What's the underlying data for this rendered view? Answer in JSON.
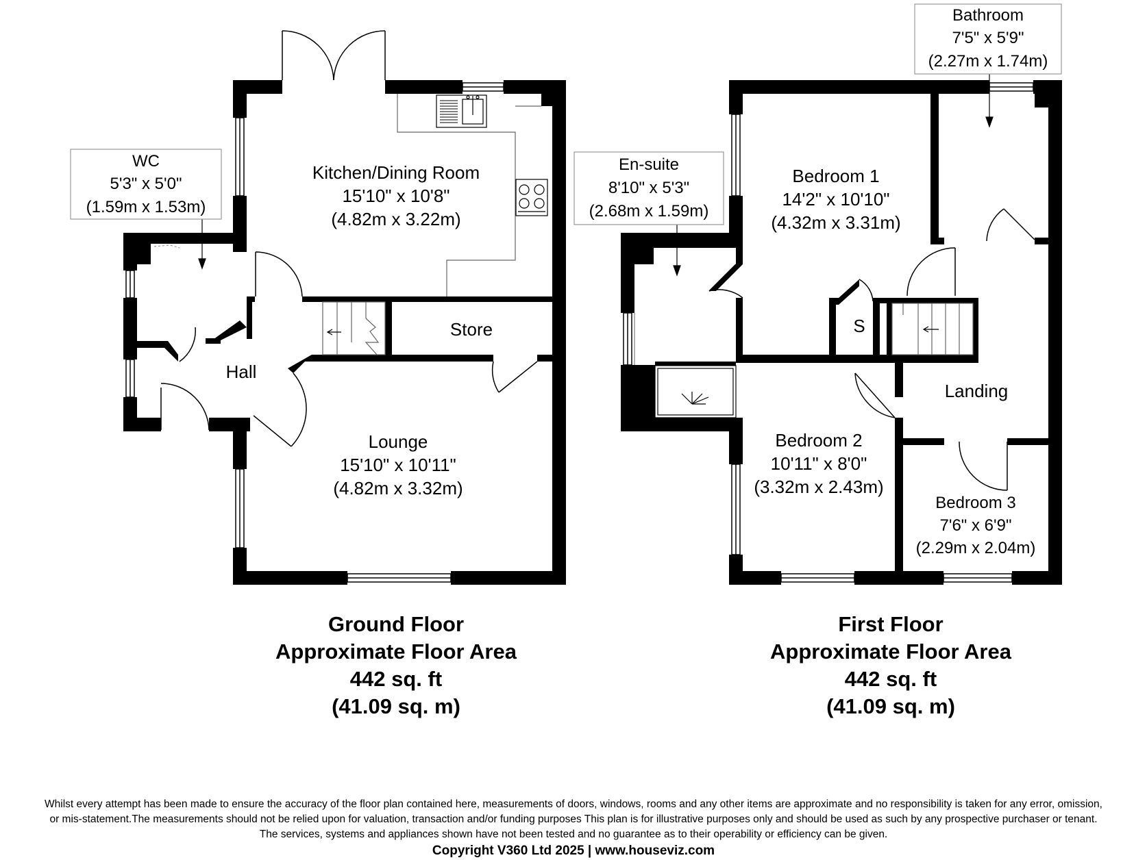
{
  "ground_floor": {
    "rooms": {
      "wc": {
        "name": "WC",
        "imperial": "5'3\" x 5'0\"",
        "metric": "(1.59m x 1.53m)"
      },
      "kitchen": {
        "name": "Kitchen/Dining Room",
        "imperial": "15'10\" x 10'8\"",
        "metric": "(4.82m x 3.22m)"
      },
      "hall": {
        "name": "Hall"
      },
      "store": {
        "name": "Store"
      },
      "lounge": {
        "name": "Lounge",
        "imperial": "15'10\" x 10'11\"",
        "metric": "(4.82m x 3.32m)"
      }
    },
    "summary": {
      "title": "Ground Floor",
      "subtitle": "Approximate Floor Area",
      "area_sqft": "442 sq. ft",
      "area_sqm": "(41.09 sq. m)"
    }
  },
  "first_floor": {
    "rooms": {
      "bathroom": {
        "name": "Bathroom",
        "imperial": "7'5\" x 5'9\"",
        "metric": "(2.27m x 1.74m)"
      },
      "ensuite": {
        "name": "En-suite",
        "imperial": "8'10\" x 5'3\"",
        "metric": "(2.68m x 1.59m)"
      },
      "bedroom1": {
        "name": "Bedroom 1",
        "imperial": "14'2\" x 10'10\"",
        "metric": "(4.32m x 3.31m)"
      },
      "s": {
        "name": "S"
      },
      "landing": {
        "name": "Landing"
      },
      "bedroom2": {
        "name": "Bedroom 2",
        "imperial": "10'11\" x 8'0\"",
        "metric": "(3.32m x 2.43m)"
      },
      "bedroom3": {
        "name": "Bedroom 3",
        "imperial": "7'6\" x 6'9\"",
        "metric": "(2.29m x 2.04m)"
      }
    },
    "summary": {
      "title": "First Floor",
      "subtitle": "Approximate Floor Area",
      "area_sqft": "442 sq. ft",
      "area_sqm": "(41.09 sq. m)"
    }
  },
  "disclaimer": {
    "line1": "Whilst every attempt has been made to ensure the accuracy of the floor plan contained here, measurements of doors, windows, rooms and any other items are approximate and no responsibility is taken for any error, omission,",
    "line2": "or mis-statement.The measurements should not be relied upon for valuation, transaction and/or funding purposes This plan is for illustrative purposes only and should be used as such by any prospective purchaser or tenant.",
    "line3": "The services, systems and appliances shown have not been tested and no guarantee as to their operability or efficiency can be given."
  },
  "copyright": "Copyright V360 Ltd 2025 | www.houseviz.com",
  "colors": {
    "wall": "#000000",
    "line": "#555555",
    "background": "#ffffff"
  }
}
